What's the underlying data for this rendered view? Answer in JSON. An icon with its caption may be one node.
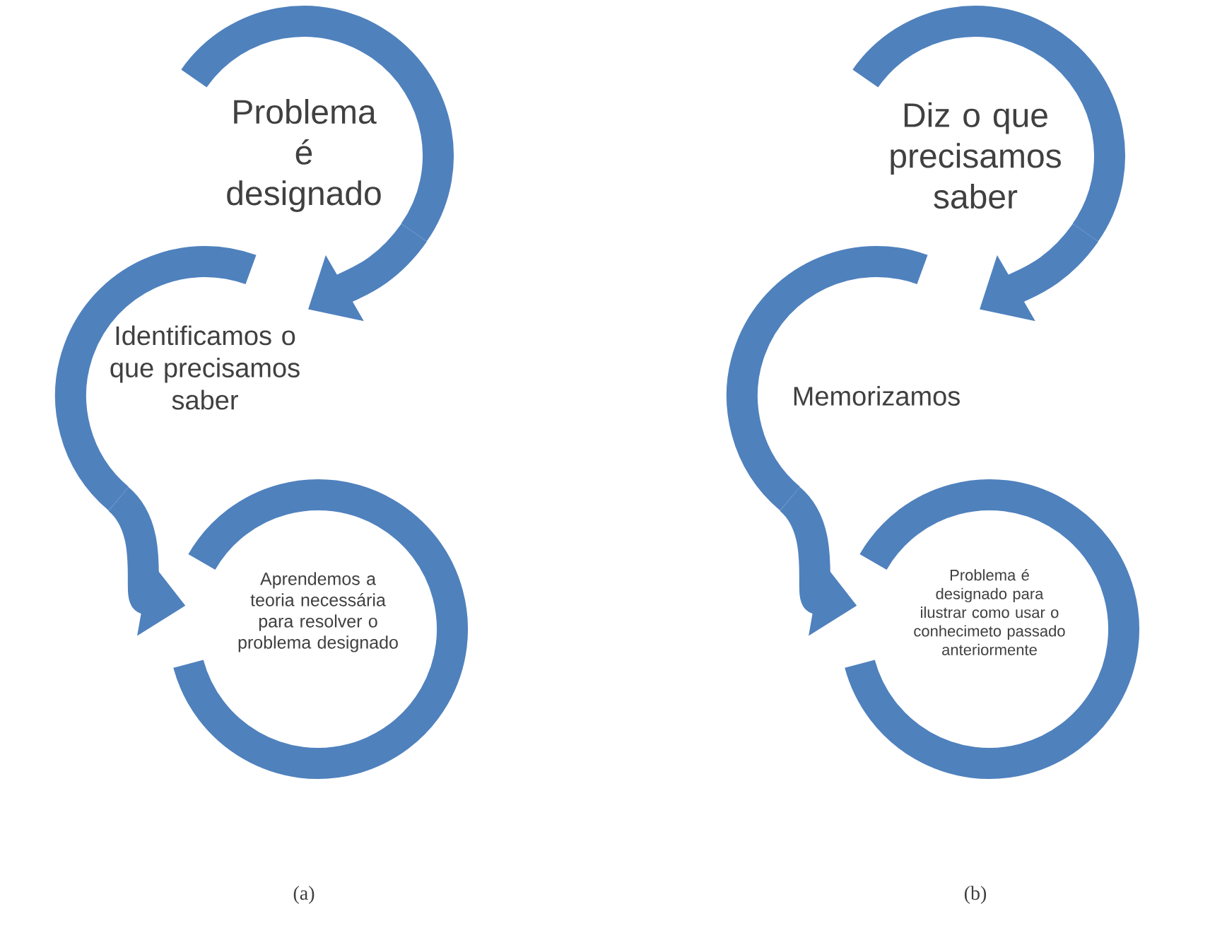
{
  "diagram": {
    "nodes": [
      {
        "text": [
          "Problema é designado"
        ]
      },
      {
        "text": [
          "Identificamos o que precisamos saber"
        ]
      },
      {
        "text": [
          "Aprendemos a teoria necessária para resolver o problema designado"
        ]
      },
      {
        "text": [
          "Diz o que precisamos saber"
        ]
      },
      {
        "text": [
          "Memorizamos"
        ]
      },
      {
        "text": [
          "Problema é designado para ilustrar como usar o conhecimeto passado anteriormente"
        ]
      }
    ],
    "edges": [
      {
        "from": 0,
        "to": 1,
        "arrow": "to"
      },
      {
        "from": 1,
        "to": 2,
        "arrow": "to"
      },
      {
        "from": 3,
        "to": 4,
        "arrow": "to"
      },
      {
        "from": 4,
        "to": 5,
        "arrow": "to"
      }
    ],
    "labels": [
      "(a)",
      "(b)"
    ]
  }
}
